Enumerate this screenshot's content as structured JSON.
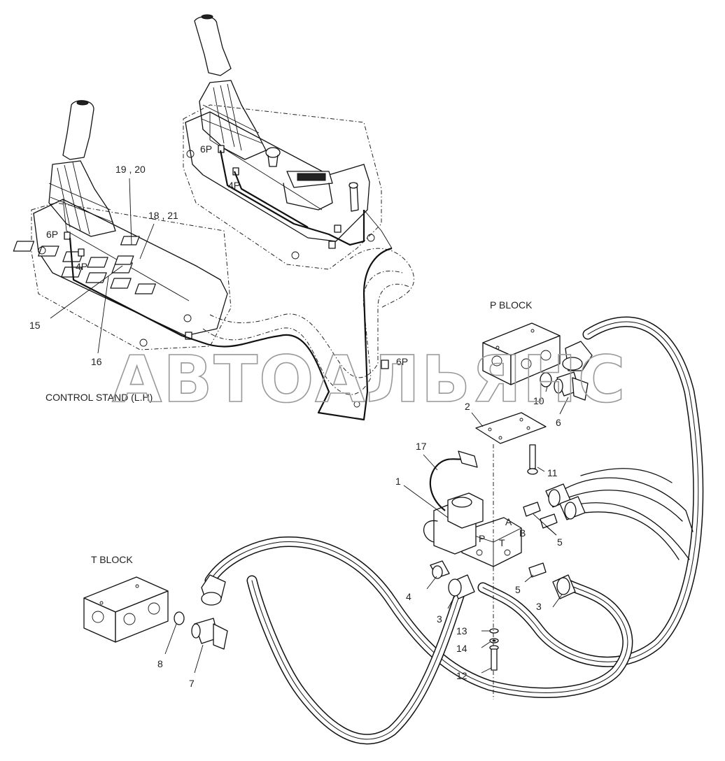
{
  "watermark": "АВТОАЛЬЯНС",
  "labels": {
    "p_block": "P BLOCK",
    "t_block": "T BLOCK",
    "control_stand": "CONTROL STAND (L.H)",
    "conn_6p_right_top": "6P",
    "conn_4p_right": "4P",
    "conn_6p_left": "6P",
    "conn_4p_left": "4P",
    "conn_6p_harness": "6P",
    "port_a": "A",
    "port_b": "B",
    "port_p": "P",
    "port_t": "T"
  },
  "callouts": {
    "c1": "1",
    "c2": "2",
    "c3a": "3",
    "c3b": "3",
    "c4": "4",
    "c5a": "5",
    "c5b": "5",
    "c6": "6",
    "c7": "7",
    "c8": "8",
    "c10": "10",
    "c11": "11",
    "c12": "12",
    "c13": "13",
    "c14": "14",
    "c15": "15",
    "c16": "16",
    "c17": "17",
    "c18_21": "18 , 21",
    "c19_20": "19 , 20"
  }
}
